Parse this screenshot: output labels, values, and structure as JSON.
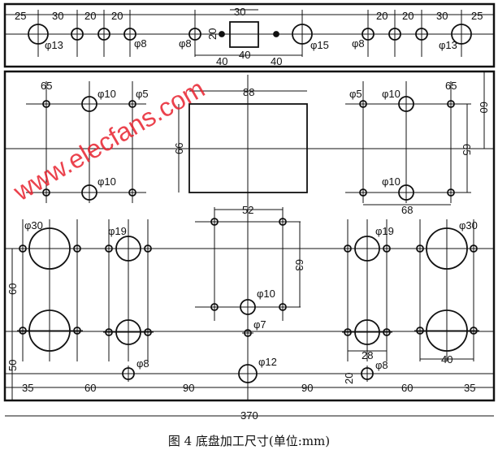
{
  "figure": {
    "caption": "图 4   底盘加工尺寸(单位:mm)",
    "watermark": "www.elecfans.com",
    "line_color": "#111111",
    "watermark_color": "#e8222e"
  },
  "top_panel": {
    "dims": [
      "25",
      "30",
      "20",
      "20",
      "30",
      "20",
      "40",
      "40",
      "40",
      "20",
      "20",
      "30",
      "25"
    ],
    "labels": {
      "phi13_left": "φ13",
      "phi8_a": "φ8",
      "phi8_b": "φ8",
      "phi15": "φ15",
      "phi8_c": "φ8",
      "phi13_right": "φ13"
    }
  },
  "bottom_panel": {
    "dims": {
      "d65_left": "65",
      "d88": "88",
      "d66": "66",
      "d65_right": "65",
      "d60_right": "60",
      "d68": "68",
      "d52": "52",
      "d63": "63",
      "d60_left": "60",
      "d50": "50",
      "d28": "28",
      "d40": "40",
      "d20": "20",
      "b35_left": "35",
      "b60_left": "60",
      "b90_left": "90",
      "b90_right": "90",
      "b60_right": "60",
      "b35_right": "35",
      "total": "370"
    },
    "labels": {
      "phi10_ul": "φ10",
      "phi5_l": "φ5",
      "phi10_ll": "φ10",
      "phi5_r": "φ5",
      "phi10_ur": "φ10",
      "phi10_lr": "φ10",
      "phi30_l": "φ30",
      "phi19_l": "φ19",
      "phi19_r": "φ19",
      "phi30_r": "φ30",
      "phi10_c": "φ10",
      "phi7": "φ7",
      "phi12": "φ12",
      "phi8_l": "φ8",
      "phi8_r": "φ8"
    }
  }
}
